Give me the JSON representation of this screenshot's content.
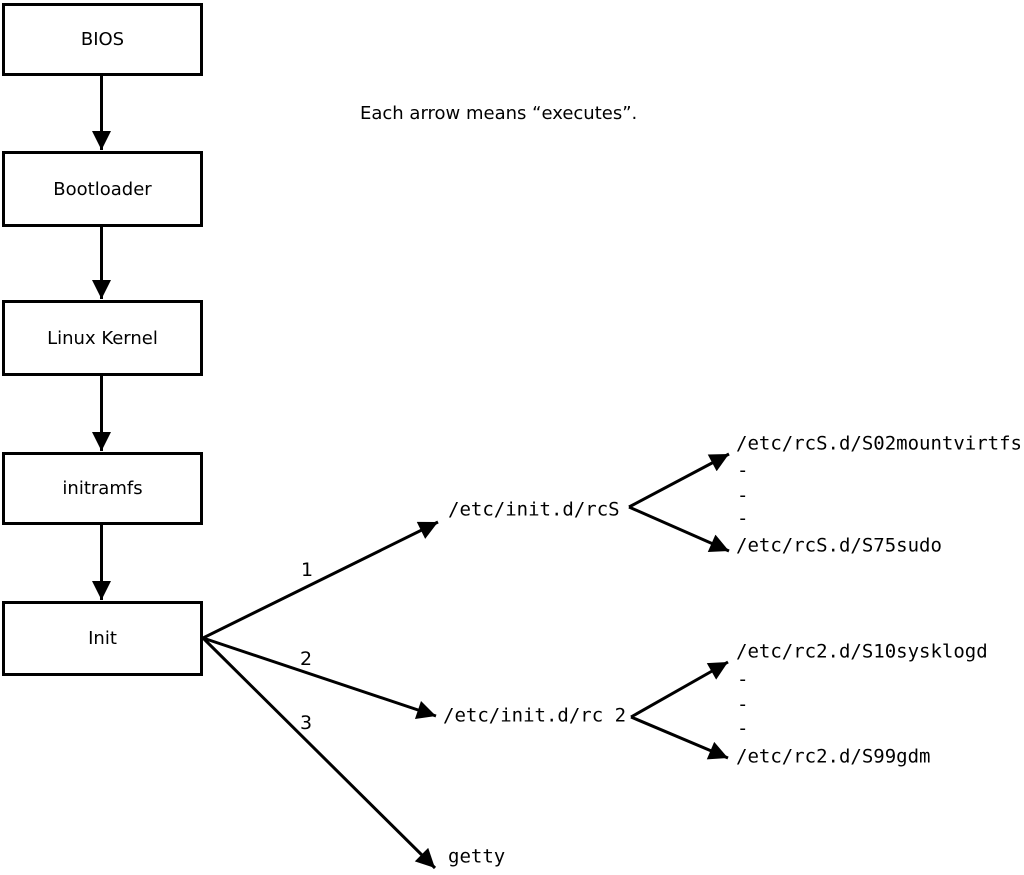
{
  "caption": "Each arrow means “executes”.",
  "boot_chain": [
    {
      "label": "BIOS"
    },
    {
      "label": "Bootloader"
    },
    {
      "label": "Linux Kernel"
    },
    {
      "label": "initramfs"
    },
    {
      "label": "Init"
    }
  ],
  "init_branches": [
    {
      "number": "1",
      "target": "/etc/init.d/rcS",
      "children": [
        "/etc/rcS.d/S02mountvirtfs",
        "-",
        "-",
        "-",
        "/etc/rcS.d/S75sudo"
      ]
    },
    {
      "number": "2",
      "target": "/etc/init.d/rc 2",
      "children": [
        "/etc/rc2.d/S10sysklogd",
        "-",
        "-",
        "-",
        "/etc/rc2.d/S99gdm"
      ]
    },
    {
      "number": "3",
      "target": "getty",
      "children": []
    }
  ],
  "colors": {
    "background": "#ffffff",
    "line": "#000000",
    "box_fill": "#ffffff",
    "text": "#000000"
  }
}
